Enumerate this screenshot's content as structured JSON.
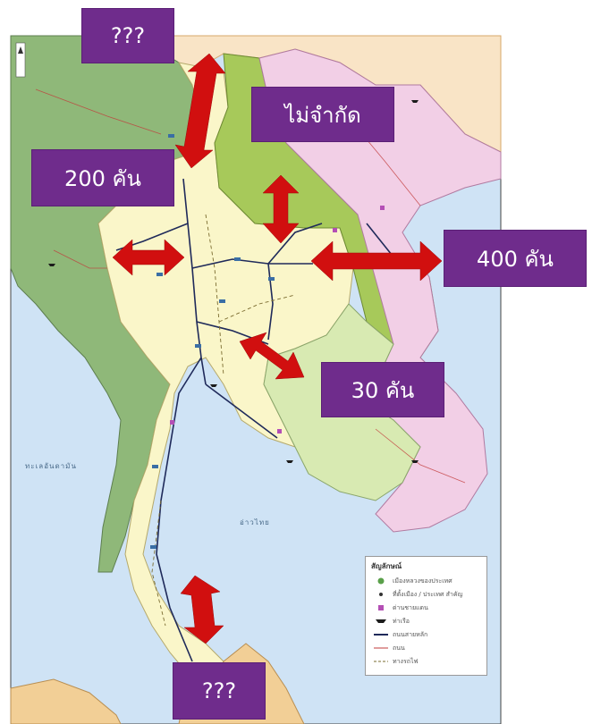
{
  "callouts": {
    "north_top": "???",
    "laos": "ไม่จำกัด",
    "myanmar_west": "200 คัน",
    "vietnam_east": "400 คัน",
    "cambodia": "30 คัน",
    "malaysia_south": "???"
  },
  "map_labels": {
    "andaman_sea": "ทะเลอันดามัน",
    "gulf_of_thailand": "อ่าวไทย"
  },
  "legend": {
    "title": "สัญลักษณ์",
    "items": [
      {
        "symbol": "green-circle-icon",
        "label": "เมืองหลวงของประเทศ"
      },
      {
        "symbol": "dot-icon",
        "label": "ที่ตั้งเมือง / ประเทศ สำคัญ"
      },
      {
        "symbol": "purple-square-icon",
        "label": "ด่านชายแดน"
      },
      {
        "symbol": "ship-icon",
        "label": "ท่าเรือ"
      },
      {
        "symbol": "dark-line-icon",
        "label": "ถนนสายหลัก"
      },
      {
        "symbol": "red-line-icon",
        "label": "ถนน"
      },
      {
        "symbol": "dashed-line-icon",
        "label": "ทางรถไฟ"
      }
    ]
  },
  "colors": {
    "callout_bg": "#6f2c8c",
    "arrow": "#d10f0f",
    "thailand": "#faf6c9",
    "myanmar": "#8fb879",
    "laos": "#a7c95a",
    "cambodia": "#d8eab2",
    "vietnam": "#f2cfe6",
    "malaysia": "#f2cf96",
    "china": "#f9e4c6",
    "sea": "#cfe3f5"
  }
}
